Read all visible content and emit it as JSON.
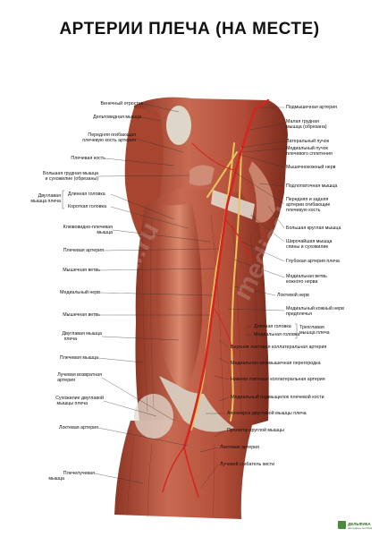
{
  "title": "АРТЕРИИ ПЛЕЧА (НА МЕСТЕ)",
  "labels_left": [
    "Венечный отросток",
    "Дельтовидная мышца",
    "Передняя огибающая",
    "плечевую кость артерия",
    "Плечевая кость",
    "Большая грудная мышца",
    "и сухожилие (обрезаны)",
    "Двуглавая",
    "мышца плеча",
    "Длинная головка",
    "Короткая головка",
    "Клювовидно-плечевая",
    "мышца",
    "Плечевая артерия",
    "Мышечная ветвь",
    "Медиальный нерв",
    "Мышечная ветвь",
    "Двуглавая мышца",
    "плеча",
    "Плечевая мышца",
    "Лучевая возвратная",
    "артерия",
    "Сухожилие двуглавой",
    "мышцы плеча",
    "Локтевая артерия",
    "Плечелучевая",
    "мышца"
  ],
  "labels_right": [
    "Подмышечная артерия",
    "Малая грудная",
    "мышца (обрезана)",
    "Латеральный пучок",
    "Медиальный пучок",
    "плечевого сплетения",
    "Мышечнокожный нерв",
    "Подлопаточная мышца",
    "Передняя и задняя",
    "артерии огибающие",
    "плечевую кость",
    "Большая круглая мышца",
    "Широчайшая мышца",
    "спины и сухожилие",
    "Глубокая артерия плеча",
    "Медиальная ветвь",
    "кожного нерва",
    "Локтевой нерв",
    "Медиальный кожный нерв",
    "предплечья",
    "Длинная головка",
    "Медиальная головка",
    "Трехглавая",
    "мышца плеча",
    "Верхняя локтевая коллатеральная артерия",
    "Медиальная межмышечная перегородка",
    "Нижняя локтевая коллатеральная артерия",
    "Медиальный надмыщелок плечевой кости",
    "Апоневроз двуглавой мышцы плеча",
    "Пронатор круглой мышцы",
    "Локтевая артерия",
    "Лучевой сгибатель кисти"
  ],
  "logo": {
    "name": "ДЕЛЬФИКА",
    "sub": "наглядные пособия"
  },
  "watermark": "medical.ru",
  "colors": {
    "muscle": "#b5533f",
    "muscle_dark": "#7e2a1c",
    "artery": "#d62420",
    "nerve": "#e8c55a",
    "tendon": "#d9d4c8"
  }
}
